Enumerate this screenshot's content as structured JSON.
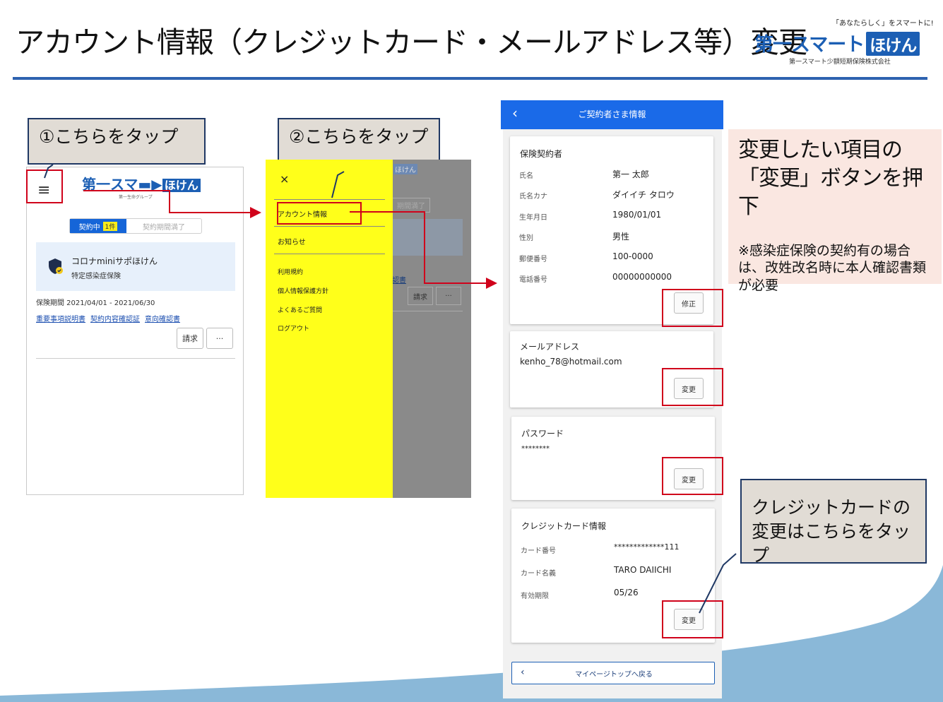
{
  "slide": {
    "title": "アカウント情報（クレジットカード・メールアドレス等）変更"
  },
  "logo": {
    "tagline": "「あなたらしく」をスマートに!",
    "brand": "第一スマート",
    "hoken": "ほけん",
    "company": "第一スマート少額短期保険株式会社"
  },
  "callouts": {
    "step1": "①こちらをタップ",
    "step2": "②こちらをタップ",
    "credit": "クレジットカードの変更はこちらをタップ"
  },
  "note": {
    "headline_line1": "変更したい項目の",
    "headline_line2": "「変更」ボタンを押下",
    "detail": "※感染症保険の契約有の場合は、改姓改名時に本人確認書類が必要"
  },
  "screen1": {
    "menu_icon": "≡",
    "logo_text": "第一スマ",
    "logo_hoken": "ほけん",
    "logo_sub": "第一生命グループ",
    "tab_active": "契約中",
    "tab_badge": "1件",
    "tab_inactive": "契約期間満了",
    "policy_name": "コロナminiサポほけん",
    "policy_type": "特定感染症保険",
    "period": "保険期間 2021/04/01 - 2021/06/30",
    "links": [
      "重要事項説明書",
      "契約内容確認証",
      "意向確認書"
    ],
    "claim_button": "請求",
    "more_button": "···"
  },
  "screen2": {
    "close": "×",
    "account": "アカウント情報",
    "news": "お知らせ",
    "terms": "利用規約",
    "privacy": "個人情報保護方針",
    "faq": "よくあるご質問",
    "logout": "ログアウト",
    "bg_claim": "請求",
    "bg_more": "···",
    "bg_hoken": "ほけん",
    "bg_expired": "期間満了",
    "bg_doc": "認書"
  },
  "screen3": {
    "back_icon": "‹",
    "title": "ご契約者さま情報",
    "holder_title": "保険契約者",
    "holder_rows": [
      {
        "label": "氏名",
        "value": "第一 太郎"
      },
      {
        "label": "氏名カナ",
        "value": "ダイイチ タロウ"
      },
      {
        "label": "生年月日",
        "value": "1980/01/01"
      },
      {
        "label": "性別",
        "value": "男性"
      },
      {
        "label": "郵便番号",
        "value": "100-0000"
      },
      {
        "label": "電話番号",
        "value": "00000000000"
      }
    ],
    "edit_button": "修正",
    "email_title": "メールアドレス",
    "email_value": "kenho_78@hotmail.com",
    "password_title": "パスワード",
    "password_value": "********",
    "change_button": "変更",
    "card_title": "クレジットカード情報",
    "card_rows": [
      {
        "label": "カード番号",
        "value": "*************111"
      },
      {
        "label": "カード名義",
        "value": "TARO DAIICHI"
      },
      {
        "label": "有効期限",
        "value": "05/26"
      }
    ],
    "mypage_back": "マイページトップへ戻る"
  },
  "colors": {
    "accent_blue": "#1a6ae8",
    "menu_yellow": "#ffff1a",
    "highlight_red": "#d0021b",
    "callout_bg": "#e1dcd5",
    "note_bg": "#fae7e1",
    "wave": "#8ab8d8"
  }
}
